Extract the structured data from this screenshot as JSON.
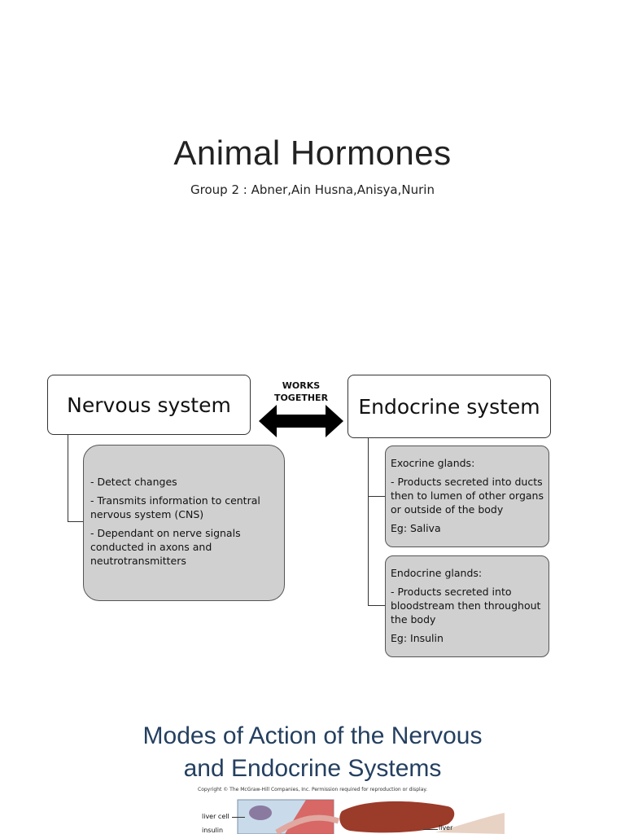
{
  "title": "Animal Hormones",
  "subtitle": "Group 2 : Abner,Ain Husna,Anisya,Nurin",
  "diagram": {
    "nervous_system": "Nervous system",
    "endocrine_system": "Endocrine system",
    "arrow_label_line1": "WORKS",
    "arrow_label_line2": "TOGETHER",
    "nervous_points": [
      "- Detect changes",
      "- Transmits information to central nervous system (CNS)",
      "- Dependant  on nerve signals conducted in axons and neutrotransmitters"
    ],
    "exocrine": {
      "heading": "Exocrine glands:",
      "point": "- Products secreted into ducts then to lumen of other organs or outside of the body",
      "example": "Eg: Saliva"
    },
    "endocrine": {
      "heading": "Endocrine glands:",
      "point": "- Products secreted into bloodstream then throughout the body",
      "example": "Eg: Insulin"
    }
  },
  "next_slide": {
    "heading_line1": "Modes of Action of the Nervous",
    "heading_line2": "and Endocrine Systems",
    "copyright": "Copyright © The McGraw-Hill Companies, Inc. Permission required for reproduction or display.",
    "figure_labels": {
      "liver_cell": "liver cell",
      "insulin": "insulin",
      "liver": "liver"
    }
  },
  "colors": {
    "heading_blue": "#243f60",
    "box_gray": "#d0d0d0",
    "liver": "#9b3b2a"
  }
}
